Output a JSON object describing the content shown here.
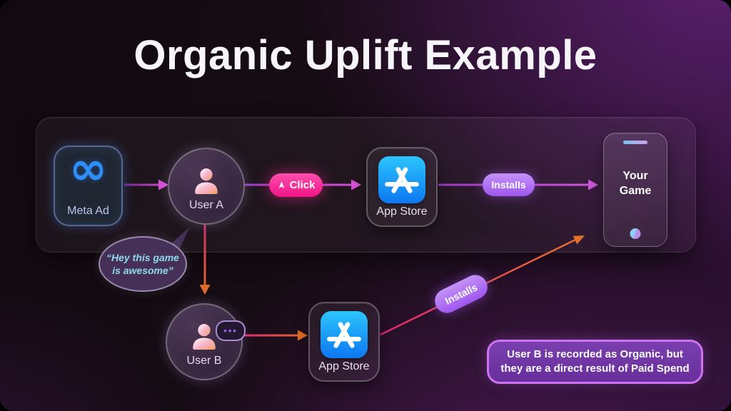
{
  "title": "Organic Uplift Example",
  "nodes": {
    "meta_ad": {
      "label": "Meta Ad"
    },
    "user_a": {
      "label": "User A"
    },
    "app_store_top": {
      "label": "App Store"
    },
    "your_game": {
      "label": "Your Game"
    },
    "user_b": {
      "label": "User B"
    },
    "app_store_bottom": {
      "label": "App Store"
    }
  },
  "edges": [
    {
      "from": "meta_ad",
      "to": "user_a"
    },
    {
      "from": "user_a",
      "to": "app_store_top",
      "badge": "Click"
    },
    {
      "from": "app_store_top",
      "to": "your_game",
      "badge": "Installs"
    },
    {
      "from": "user_a",
      "to": "user_b"
    },
    {
      "from": "user_b",
      "to": "app_store_bottom"
    },
    {
      "from": "app_store_bottom",
      "to": "your_game",
      "badge": "Installs"
    }
  ],
  "speech_bubble": {
    "text": "“Hey this game is awesome”"
  },
  "note": {
    "line1": "User B is recorded as Organic, but",
    "line2": "they are a direct result of Paid Spend"
  },
  "icons": {
    "meta": "infinity-logo",
    "cursor": "click-pointer-arrow",
    "app_store": "app-store-a-glyph",
    "person": "user-silhouette",
    "chat": "three-dots-speech",
    "chat_dots": "•••"
  },
  "colors": {
    "click_pink": "#f01486",
    "installs_purple": "#9e55ef",
    "arrow_magenta": "#d44fd4",
    "arrow_pink": "#e02873",
    "arrow_orange": "#dd6b28",
    "meta_blue": "#2e8df7",
    "app_store_blue": "#0d77f2",
    "note_fill": "#7a3fae",
    "note_border": "#cf72f0",
    "bubble_text": "#8fd9ec"
  }
}
